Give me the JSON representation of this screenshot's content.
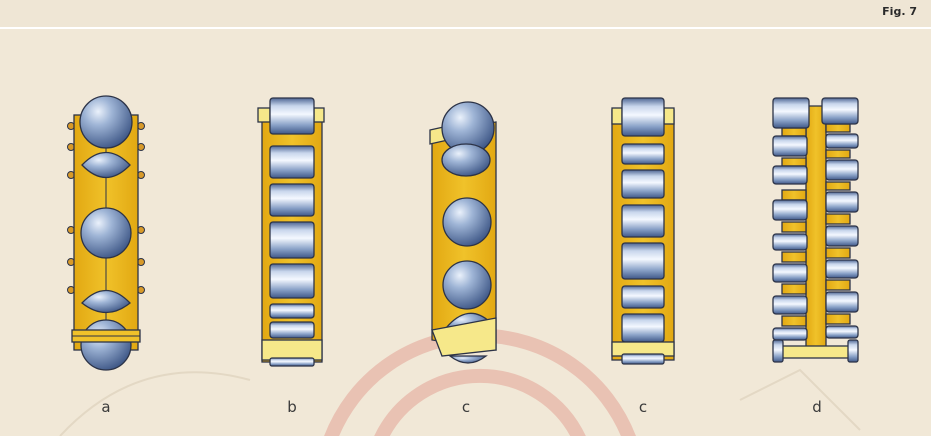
{
  "figure": {
    "label": "Fig. 7"
  },
  "captions": [
    "a",
    "b",
    "c",
    "c",
    "d"
  ],
  "colors": {
    "background": "#f1e8d7",
    "cage": "#e9b416",
    "cage_light": "#f6e88a",
    "roller": "#6d88b6",
    "outline": "#2c3347",
    "watermark": "#e7b6a8"
  }
}
